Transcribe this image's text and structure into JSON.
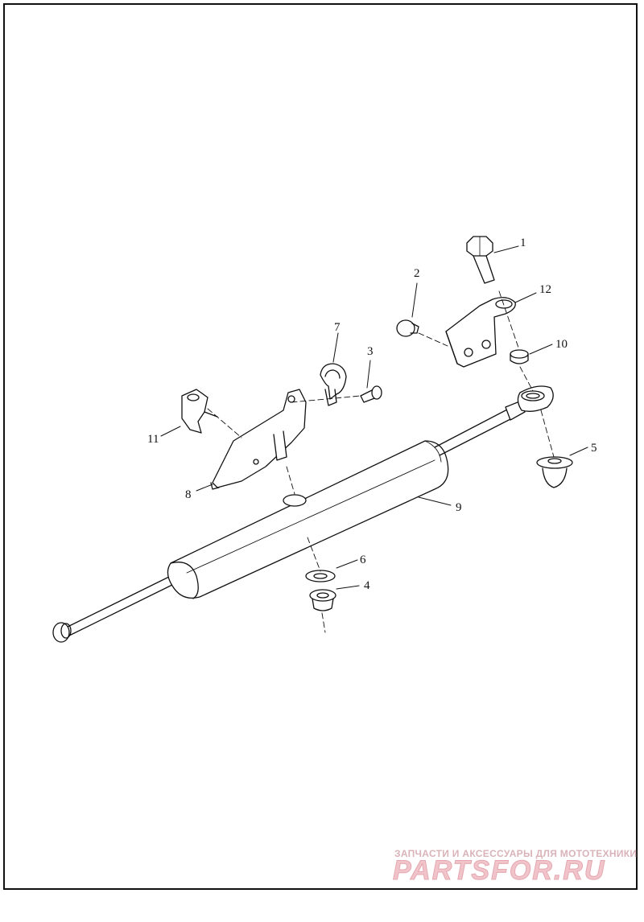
{
  "callouts": [
    {
      "id": "1",
      "label": "1"
    },
    {
      "id": "2",
      "label": "2"
    },
    {
      "id": "3",
      "label": "3"
    },
    {
      "id": "4",
      "label": "4"
    },
    {
      "id": "5",
      "label": "5"
    },
    {
      "id": "6",
      "label": "6"
    },
    {
      "id": "7",
      "label": "7"
    },
    {
      "id": "8",
      "label": "8"
    },
    {
      "id": "9",
      "label": "9"
    },
    {
      "id": "10",
      "label": "10"
    },
    {
      "id": "11",
      "label": "11"
    },
    {
      "id": "12",
      "label": "12"
    }
  ],
  "watermark": {
    "tagline": "ЗАПЧАСТИ И АКСЕССУАРЫ ДЛЯ МОТОТЕХНИКИ",
    "logo": "PARTSFOR.RU"
  }
}
